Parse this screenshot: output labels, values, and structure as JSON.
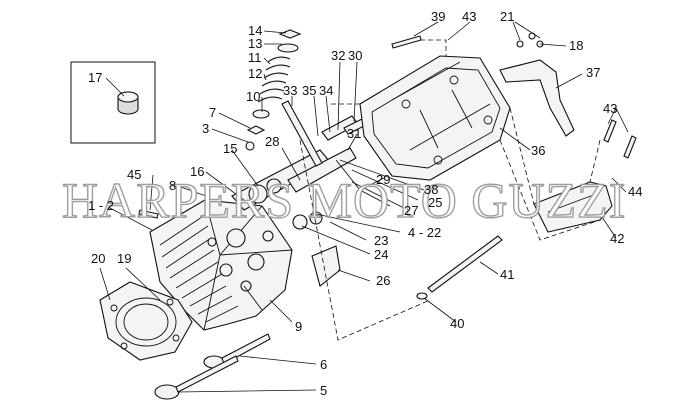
{
  "watermark": "HARPERS MOTO GUZZI",
  "callouts": [
    {
      "id": "c14",
      "text": "14"
    },
    {
      "id": "c13",
      "text": "13"
    },
    {
      "id": "c11",
      "text": "11"
    },
    {
      "id": "c12",
      "text": "12"
    },
    {
      "id": "c10",
      "text": "10"
    },
    {
      "id": "c7",
      "text": "7"
    },
    {
      "id": "c3",
      "text": "3"
    },
    {
      "id": "c15",
      "text": "15"
    },
    {
      "id": "c16",
      "text": "16"
    },
    {
      "id": "c8",
      "text": "8"
    },
    {
      "id": "c45",
      "text": "45"
    },
    {
      "id": "c1-2",
      "text": "1 - 2"
    },
    {
      "id": "c20",
      "text": "20"
    },
    {
      "id": "c19",
      "text": "19"
    },
    {
      "id": "c17",
      "text": "17"
    },
    {
      "id": "c33",
      "text": "33"
    },
    {
      "id": "c35",
      "text": "35"
    },
    {
      "id": "c34",
      "text": "34"
    },
    {
      "id": "c32",
      "text": "32"
    },
    {
      "id": "c30",
      "text": "30"
    },
    {
      "id": "c31",
      "text": "31"
    },
    {
      "id": "c28",
      "text": "28"
    },
    {
      "id": "c29",
      "text": "29"
    },
    {
      "id": "c27",
      "text": "27"
    },
    {
      "id": "c25",
      "text": "25"
    },
    {
      "id": "c38",
      "text": "38"
    },
    {
      "id": "c23",
      "text": "23"
    },
    {
      "id": "c4-22",
      "text": "4 - 22"
    },
    {
      "id": "c24",
      "text": "24"
    },
    {
      "id": "c26",
      "text": "26"
    },
    {
      "id": "c9",
      "text": "9"
    },
    {
      "id": "c6",
      "text": "6"
    },
    {
      "id": "c5",
      "text": "5"
    },
    {
      "id": "c39",
      "text": "39"
    },
    {
      "id": "c43a",
      "text": "43"
    },
    {
      "id": "c21",
      "text": "21"
    },
    {
      "id": "c18",
      "text": "18"
    },
    {
      "id": "c37",
      "text": "37"
    },
    {
      "id": "c36",
      "text": "36"
    },
    {
      "id": "c43b",
      "text": "43"
    },
    {
      "id": "c44",
      "text": "44"
    },
    {
      "id": "c42",
      "text": "42"
    },
    {
      "id": "c41",
      "text": "41"
    },
    {
      "id": "c40",
      "text": "40"
    }
  ]
}
